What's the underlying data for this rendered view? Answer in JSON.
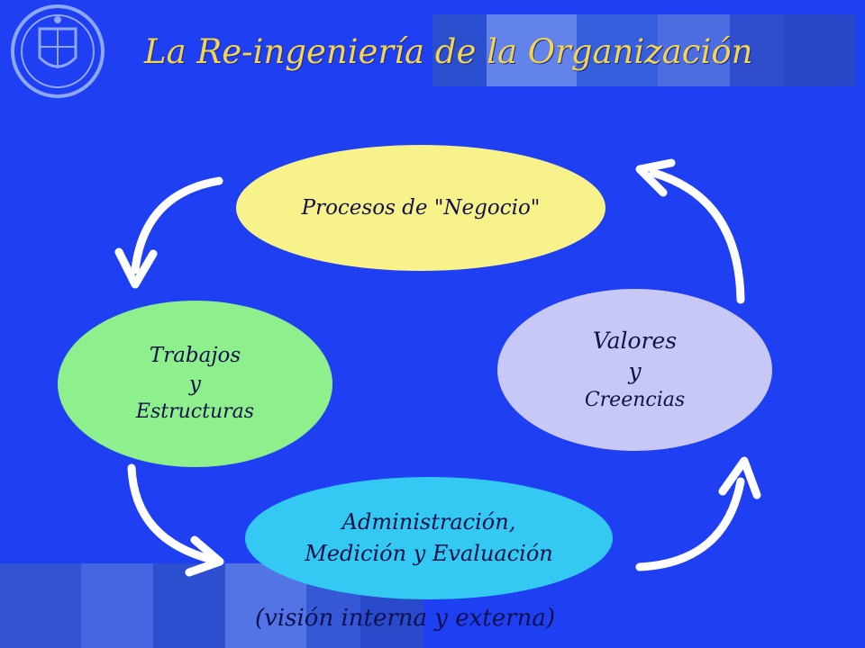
{
  "slide": {
    "title": "La Re-ingeniería de la Organización",
    "footer": "(visión interna y externa)"
  },
  "nodes": {
    "procesos": {
      "label": "Procesos de \"Negocio\""
    },
    "trabajos": {
      "line1": "Trabajos",
      "line2": "y",
      "line3": "Estructuras"
    },
    "valores": {
      "line1": "Valores",
      "line2": "y",
      "line3": "Creencias"
    },
    "administracion": {
      "line1": "Administración,",
      "line2": "Medición y Evaluación"
    }
  },
  "colors": {
    "background": "#1f3ff2",
    "title": "#f5d54a",
    "procesos": "#f8f28a",
    "trabajos": "#8ef08c",
    "valores": "#c8c8f6",
    "administracion": "#34c9f2",
    "arrow": "#ffffff"
  }
}
